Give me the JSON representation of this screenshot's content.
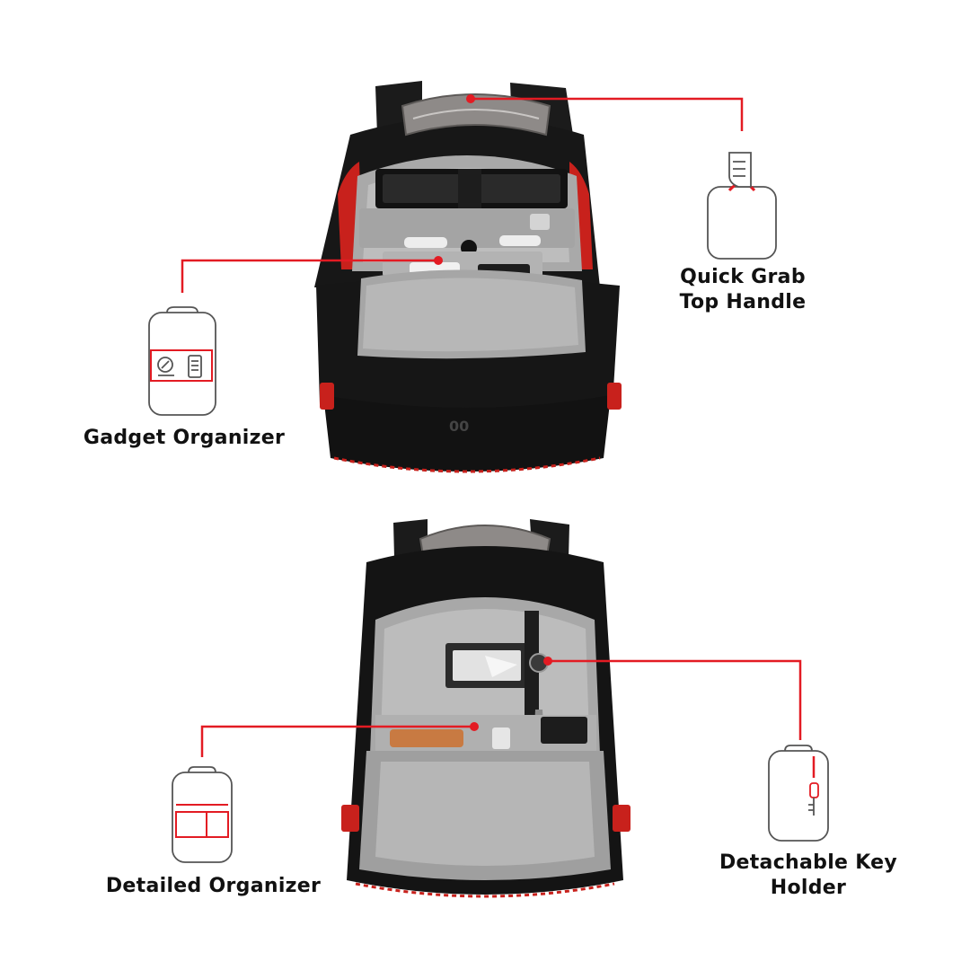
{
  "features": {
    "top_handle": {
      "line1": "Quick Grab",
      "line2": "Top Handle",
      "icon": "hand-grab-handle-icon"
    },
    "gadget": {
      "label": "Gadget Organizer",
      "icon": "gadget-organizer-icon"
    },
    "detailed": {
      "label": "Detailed Organizer",
      "icon": "detailed-organizer-icon"
    },
    "key_holder": {
      "line1": "Detachable Key",
      "line2": "Holder",
      "icon": "key-holder-icon"
    }
  },
  "colors": {
    "accent": "#e31b23",
    "bag": "#141414",
    "lining": "#b9b9b9",
    "icon_stroke": "#555555"
  }
}
